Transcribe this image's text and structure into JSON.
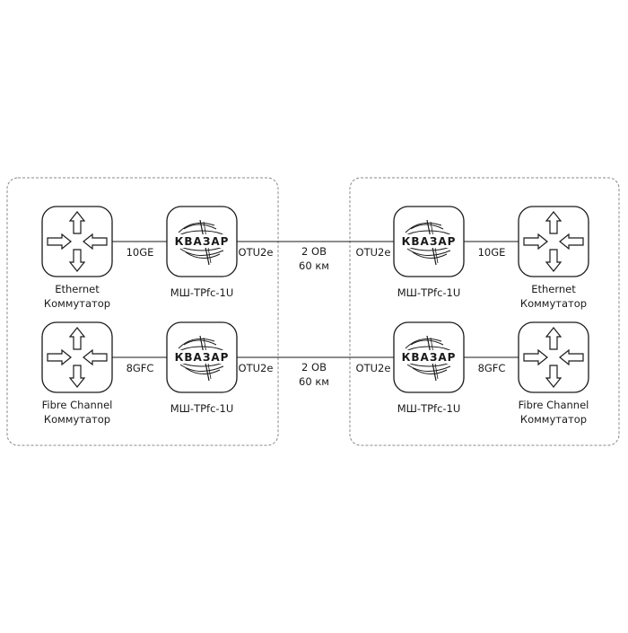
{
  "logo_text": "КВАЗАР",
  "colors": {
    "stroke": "#1a1a1a",
    "group_border": "#888888",
    "background": "#ffffff"
  },
  "rows": [
    {
      "left_switch": {
        "line1": "Ethernet",
        "line2": "Коммутатор",
        "icon": "switch-arrows-icon"
      },
      "left_port": "10GE",
      "left_device": {
        "name": "МШ-TPfc-1U",
        "logo": "kvazar-logo-icon"
      },
      "left_line_port": "OTU2e",
      "link": {
        "line1": "2 ОВ",
        "line2": "60 км"
      },
      "right_line_port": "OTU2e",
      "right_device": {
        "name": "МШ-TPfc-1U",
        "logo": "kvazar-logo-icon"
      },
      "right_port": "10GE",
      "right_switch": {
        "line1": "Ethernet",
        "line2": "Коммутатор",
        "icon": "switch-arrows-icon"
      }
    },
    {
      "left_switch": {
        "line1": "Fibre Channel",
        "line2": "Коммутатор",
        "icon": "switch-arrows-icon"
      },
      "left_port": "8GFC",
      "left_device": {
        "name": "МШ-TPfc-1U",
        "logo": "kvazar-logo-icon"
      },
      "left_line_port": "OTU2e",
      "link": {
        "line1": "2 ОВ",
        "line2": "60 км"
      },
      "right_line_port": "OTU2e",
      "right_device": {
        "name": "МШ-TPfc-1U",
        "logo": "kvazar-logo-icon"
      },
      "right_port": "8GFC",
      "right_switch": {
        "line1": "Fibre Channel",
        "line2": "Коммутатор",
        "icon": "switch-arrows-icon"
      }
    }
  ]
}
